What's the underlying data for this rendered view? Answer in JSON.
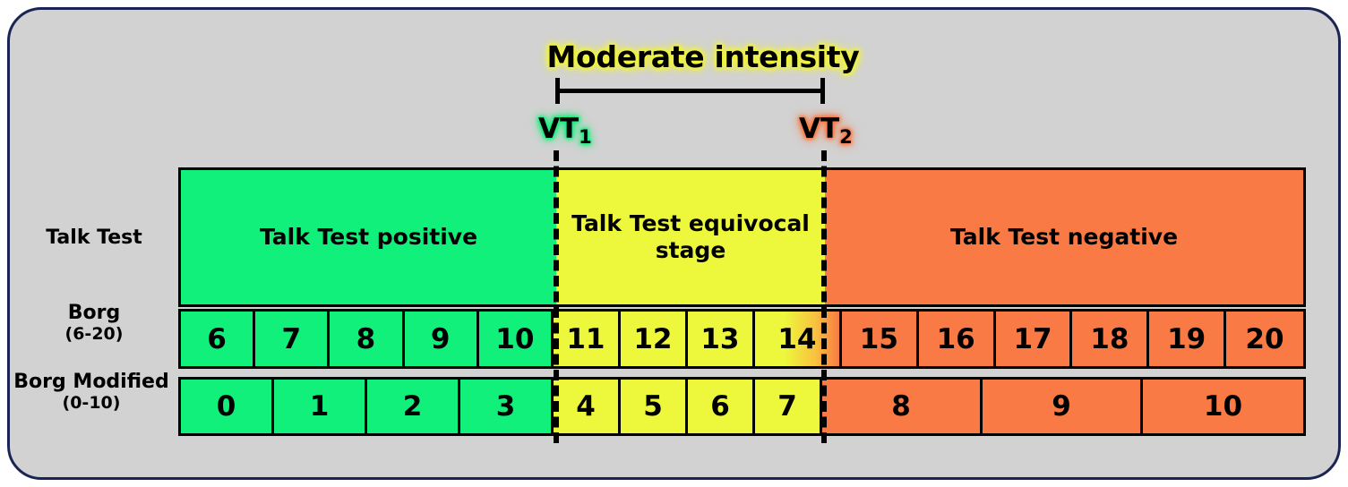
{
  "figure": {
    "background_color": "#d2d2d2",
    "border_color": "#1b2455"
  },
  "annotation": {
    "moderate_label": "Moderate intensity",
    "vt1": "VT",
    "vt1_sub": "1",
    "vt2": "VT",
    "vt2_sub": "2",
    "vt1_glow_color": "#12f07c",
    "vt2_glow_color": "#f97a44",
    "moderate_glow_color": "#f2f53a"
  },
  "row_labels": {
    "talk_test": "Talk Test",
    "borg_main": "Borg",
    "borg_sub": "(6-20)",
    "borg_modified_main": "Borg Modified",
    "borg_modified_sub": "(0-10)"
  },
  "colors": {
    "green": "#12f07c",
    "yellow": "#edf73c",
    "orange": "#f97a44"
  },
  "talk_test_row": {
    "segments": [
      {
        "label": "Talk Test positive",
        "zone": "green"
      },
      {
        "label": "Talk Test equivocal stage",
        "zone": "yellow"
      },
      {
        "label": "Talk Test negative",
        "zone": "orange"
      }
    ]
  },
  "borg_row": {
    "scale": "6-20",
    "cells": [
      {
        "value": "6",
        "zone": "green"
      },
      {
        "value": "7",
        "zone": "green"
      },
      {
        "value": "8",
        "zone": "green"
      },
      {
        "value": "9",
        "zone": "green"
      },
      {
        "value": "10",
        "zone": "green"
      },
      {
        "value": "11",
        "zone": "yellow"
      },
      {
        "value": "12",
        "zone": "yellow"
      },
      {
        "value": "13",
        "zone": "yellow"
      },
      {
        "value": "14",
        "zone": "split"
      },
      {
        "value": "15",
        "zone": "orange"
      },
      {
        "value": "16",
        "zone": "orange"
      },
      {
        "value": "17",
        "zone": "orange"
      },
      {
        "value": "18",
        "zone": "orange"
      },
      {
        "value": "19",
        "zone": "orange"
      },
      {
        "value": "20",
        "zone": "orange"
      }
    ]
  },
  "borg_modified_row": {
    "scale": "0-10",
    "cells": [
      {
        "value": "0",
        "zone": "green"
      },
      {
        "value": "1",
        "zone": "green"
      },
      {
        "value": "2",
        "zone": "green"
      },
      {
        "value": "3",
        "zone": "green"
      },
      {
        "value": "4",
        "zone": "yellow"
      },
      {
        "value": "5",
        "zone": "yellow"
      },
      {
        "value": "6",
        "zone": "yellow"
      },
      {
        "value": "7",
        "zone": "yellow"
      },
      {
        "value": "8",
        "zone": "orange"
      },
      {
        "value": "9",
        "zone": "orange"
      },
      {
        "value": "10",
        "zone": "orange"
      }
    ]
  }
}
